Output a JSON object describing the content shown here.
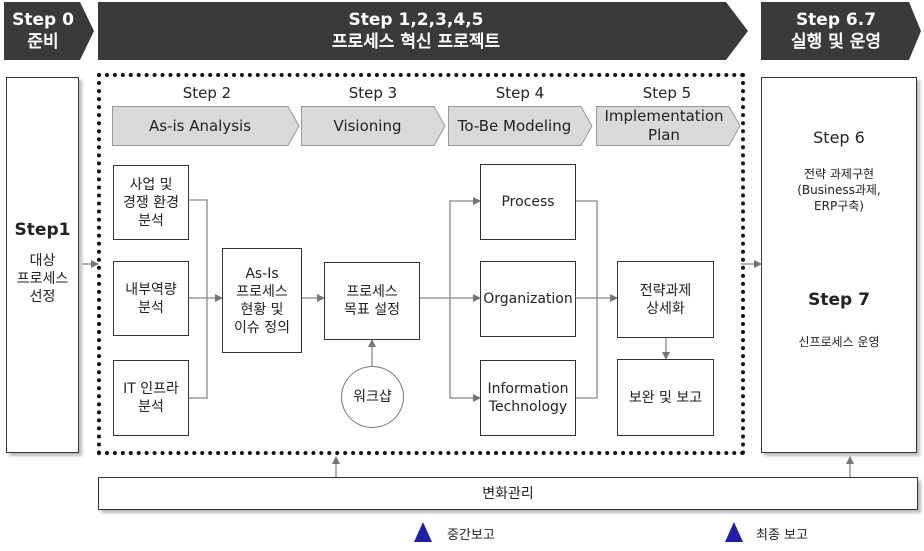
{
  "banners": {
    "left": {
      "line1": "Step 0",
      "line2": "준비"
    },
    "center": {
      "line1": "Step 1,2,3,4,5",
      "line2": "프로세스 혁신 프로젝트"
    },
    "right": {
      "line1": "Step 6.7",
      "line2": "실행 및 운영"
    }
  },
  "colors": {
    "banner": "#3a3a3a",
    "phase_fill": "#d9d9d9",
    "triangle": "#1f1fa8"
  },
  "left_panel": {
    "step": "Step1",
    "line1": "대상",
    "line2": "프로세스",
    "line3": "선정"
  },
  "phases": [
    {
      "step": "Step 2",
      "label": "As-is Analysis"
    },
    {
      "step": "Step 3",
      "label": "Visioning"
    },
    {
      "step": "Step 4",
      "label": "To-Be Modeling"
    },
    {
      "step": "Step 5",
      "label_line1": "Implementation",
      "label_line2": "Plan"
    }
  ],
  "analysis_boxes": [
    {
      "line1": "사업 및",
      "line2": "경쟁 환경",
      "line3": "분석"
    },
    {
      "line1": "내부역량",
      "line2": "분석"
    },
    {
      "line1": "IT 인프라",
      "line2": "분석"
    }
  ],
  "asis_box": {
    "line1": "As-Is",
    "line2": "프로세스",
    "line3": "현황 및",
    "line4": "이슈 정의"
  },
  "goal_box": {
    "line1": "프로세스",
    "line2": "목표 설정"
  },
  "workshop": "워크샵",
  "tobe_boxes": [
    {
      "line1": "Process"
    },
    {
      "line1": "Organization"
    },
    {
      "line1": "Information",
      "line2": "Technology"
    }
  ],
  "strategy_box": {
    "line1": "전략과제",
    "line2": "상세화"
  },
  "report_box": {
    "line1": "보완 및 보고"
  },
  "right_panel": {
    "step6": "Step 6",
    "step6_line1": "전략 과제구현",
    "step6_line2": "(Business과제,",
    "step6_line3": "ERP구축)",
    "step7": "Step 7",
    "step7_line1": "신프로세스 운영"
  },
  "change_mgmt": "변화관리",
  "milestones": [
    {
      "label": "중간보고"
    },
    {
      "label": "최종 보고"
    }
  ]
}
